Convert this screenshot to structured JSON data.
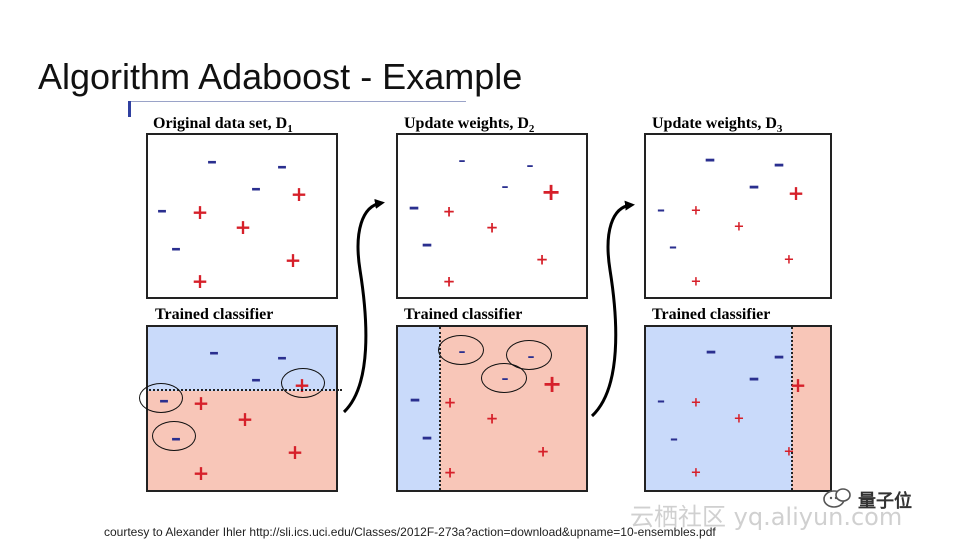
{
  "title": "Algorithm Adaboost - Example",
  "panels": [
    {
      "label_main": "Original data set,  D",
      "label_sub": "1",
      "classifier_label": "Trained classifier"
    },
    {
      "label_main": "Update weights,  D",
      "label_sub": "2",
      "classifier_label": "Trained classifier"
    },
    {
      "label_main": "Update weights,  D",
      "label_sub": "3",
      "classifier_label": "Trained classifier"
    }
  ],
  "symbols": {
    "plus": "+",
    "minus": "–"
  },
  "courtesy": "courtesy to Alexander Ihler http://sli.ics.uci.edu/Classes/2012F-273a?action=download&upname=10-ensembles.pdf",
  "watermark": "云栖社区 yq.aliyun.com",
  "brand": "量子位",
  "colors": {
    "blue_region": "#c9dafa",
    "red_region": "#f8c6b8",
    "plus": "#d6202a",
    "minus": "#2a2f8f"
  }
}
